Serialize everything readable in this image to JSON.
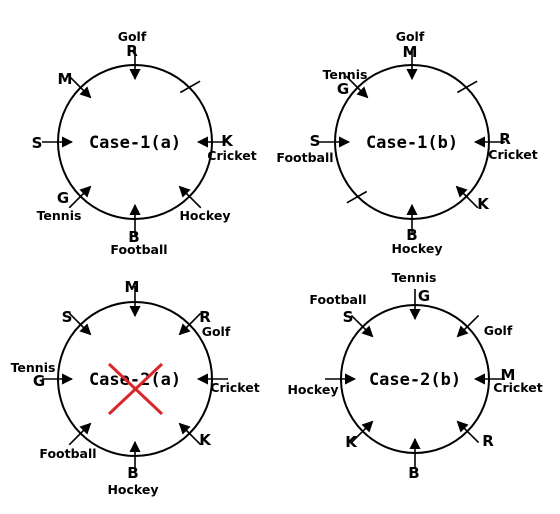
{
  "diagrams": [
    {
      "title": "Case-1(a)",
      "crossed": false,
      "seats": [
        {
          "letter": "R",
          "word": "Golf"
        },
        {
          "letter": "",
          "word": ""
        },
        {
          "letter": "K",
          "word": "Cricket"
        },
        {
          "letter": "",
          "word": "Hockey"
        },
        {
          "letter": "B",
          "word": "Football"
        },
        {
          "letter": "G",
          "word": "Tennis"
        },
        {
          "letter": "S",
          "word": ""
        },
        {
          "letter": "M",
          "word": ""
        }
      ]
    },
    {
      "title": "Case-1(b)",
      "crossed": false,
      "seats": [
        {
          "letter": "M",
          "word": "Golf"
        },
        {
          "letter": "",
          "word": ""
        },
        {
          "letter": "R",
          "word": "Cricket"
        },
        {
          "letter": "K",
          "word": ""
        },
        {
          "letter": "B",
          "word": "Hockey"
        },
        {
          "letter": "",
          "word": ""
        },
        {
          "letter": "S",
          "word": "Football"
        },
        {
          "letter": "G",
          "word": "Tennis"
        }
      ]
    },
    {
      "title": "Case-2(a)",
      "crossed": true,
      "seats": [
        {
          "letter": "M",
          "word": ""
        },
        {
          "letter": "R",
          "word": "Golf"
        },
        {
          "letter": "",
          "word": "Cricket"
        },
        {
          "letter": "K",
          "word": ""
        },
        {
          "letter": "B",
          "word": "Hockey"
        },
        {
          "letter": "",
          "word": "Football"
        },
        {
          "letter": "G",
          "word": "Tennis"
        },
        {
          "letter": "S",
          "word": ""
        }
      ]
    },
    {
      "title": "Case-2(b)",
      "crossed": false,
      "seats": [
        {
          "letter": "G",
          "word": "Tennis"
        },
        {
          "letter": "",
          "word": "Golf"
        },
        {
          "letter": "M",
          "word": "Cricket"
        },
        {
          "letter": "R",
          "word": ""
        },
        {
          "letter": "B",
          "word": ""
        },
        {
          "letter": "K",
          "word": ""
        },
        {
          "letter": "",
          "word": "Hockey"
        },
        {
          "letter": "S",
          "word": "Football"
        }
      ]
    }
  ],
  "colors": {
    "ink": "#000000",
    "cross": "#d9262b"
  }
}
